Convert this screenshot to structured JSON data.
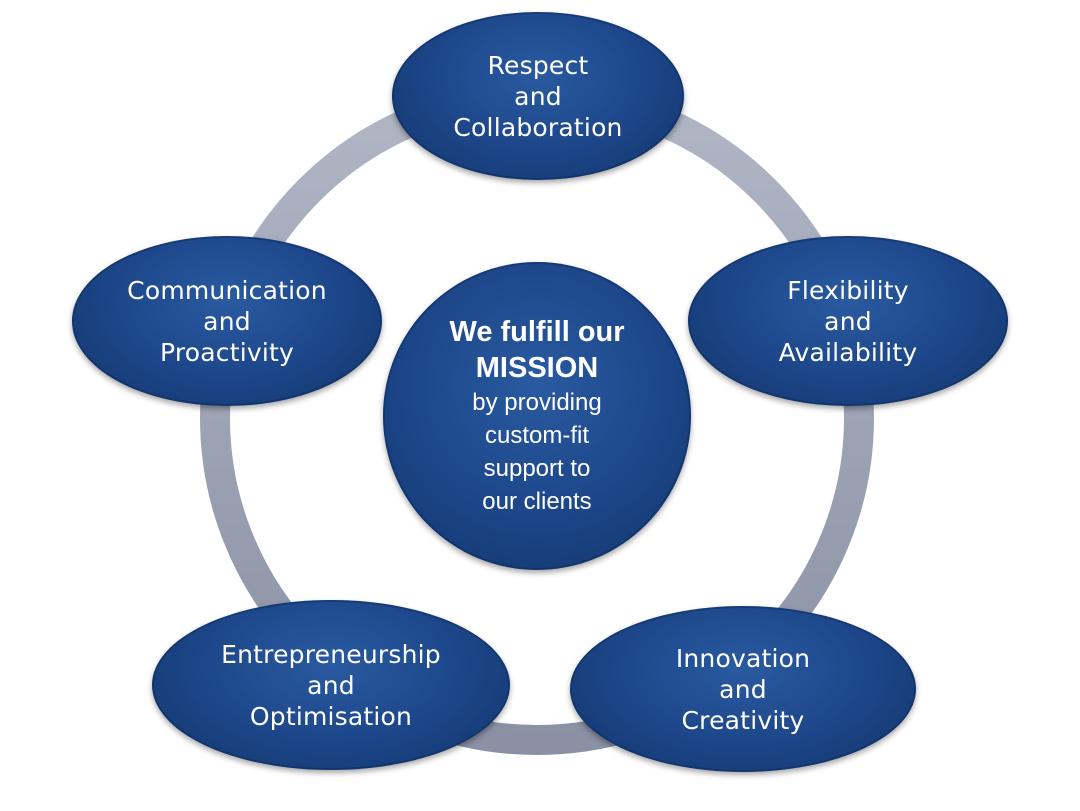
{
  "colors": {
    "node_fill": "#1c4588",
    "ring": "#9aa1b3",
    "text": "#ffffff",
    "background": "#ffffff"
  },
  "center": {
    "headline_1": "We fulfill our",
    "headline_2": "MISSION",
    "line_1": "by providing",
    "line_2": "custom-fit",
    "line_3": "support to",
    "line_4": "our clients"
  },
  "values": [
    {
      "line_1": "Respect",
      "line_2": "and",
      "line_3": "Collaboration"
    },
    {
      "line_1": "Flexibility",
      "line_2": "and",
      "line_3": "Availability"
    },
    {
      "line_1": "Innovation",
      "line_2": "and",
      "line_3": "Creativity"
    },
    {
      "line_1": "Entrepreneurship",
      "line_2": "and",
      "line_3": "Optimisation"
    },
    {
      "line_1": "Communication",
      "line_2": "and",
      "line_3": "Proactivity"
    }
  ]
}
